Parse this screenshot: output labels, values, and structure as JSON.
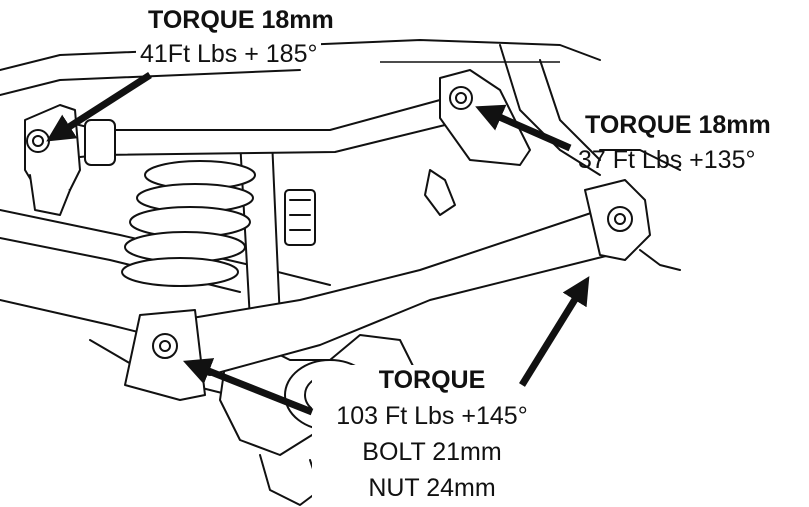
{
  "callouts": {
    "top_left": {
      "title": "TORQUE 18mm",
      "spec": "41Ft Lbs + 185°"
    },
    "right": {
      "title": "TORQUE 18mm",
      "spec": "37 Ft Lbs +135°"
    },
    "bottom": {
      "title": "TORQUE",
      "spec": "103 Ft Lbs +145°",
      "bolt": "BOLT 21mm",
      "nut": "NUT 24mm"
    }
  }
}
